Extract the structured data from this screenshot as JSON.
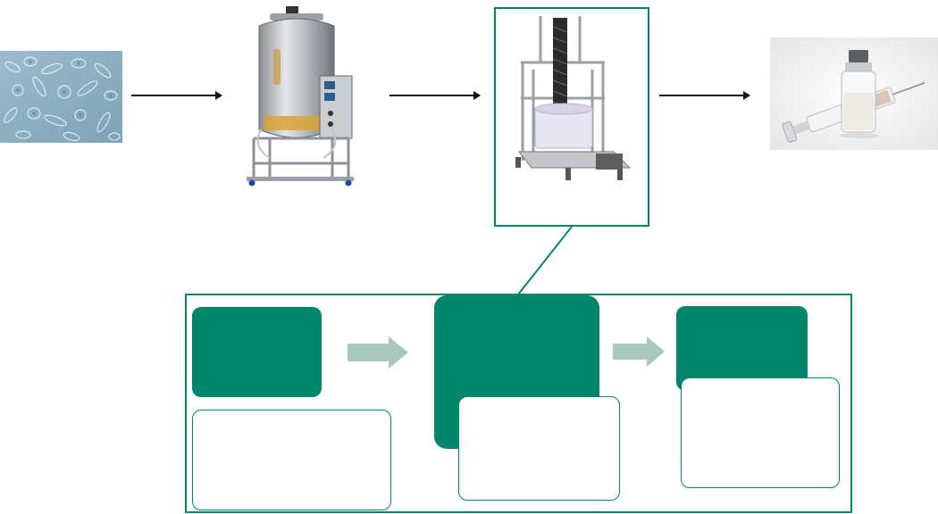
{
  "colors": {
    "accent": "#00866b",
    "arrow_block": "#a8c8bb",
    "line": "#111111"
  },
  "images": [
    {
      "name": "cell-culture-micrograph"
    },
    {
      "name": "bioreactor-tank"
    },
    {
      "name": "purification-system"
    },
    {
      "name": "vaccine-vial-and-syringe"
    }
  ]
}
